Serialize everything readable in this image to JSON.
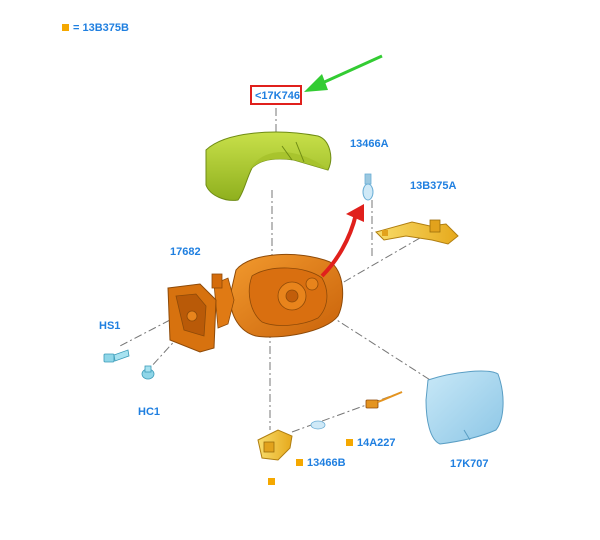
{
  "legend": {
    "text": "= 13B375B",
    "color": "#f5a800"
  },
  "highlight": {
    "label": "<17K746",
    "border_color": "#e0201c"
  },
  "parts": {
    "p13466A": "13466A",
    "p13B375A": "13B375A",
    "p17682": "17682",
    "pHS1": "HS1",
    "pHC1": "HC1",
    "p14A227": "14A227",
    "p13466B": "13466B",
    "p17K707": "17K707"
  },
  "colors": {
    "label": "#1f7fe0",
    "cover": "#b5d334",
    "housing": "#e47a12",
    "glass": "#a9d8f0",
    "bracket": "#f5c542",
    "bulb": "#bfe3f5",
    "arrow_green": "#33cc33",
    "arrow_red": "#e0201c",
    "marker": "#f5a800"
  }
}
